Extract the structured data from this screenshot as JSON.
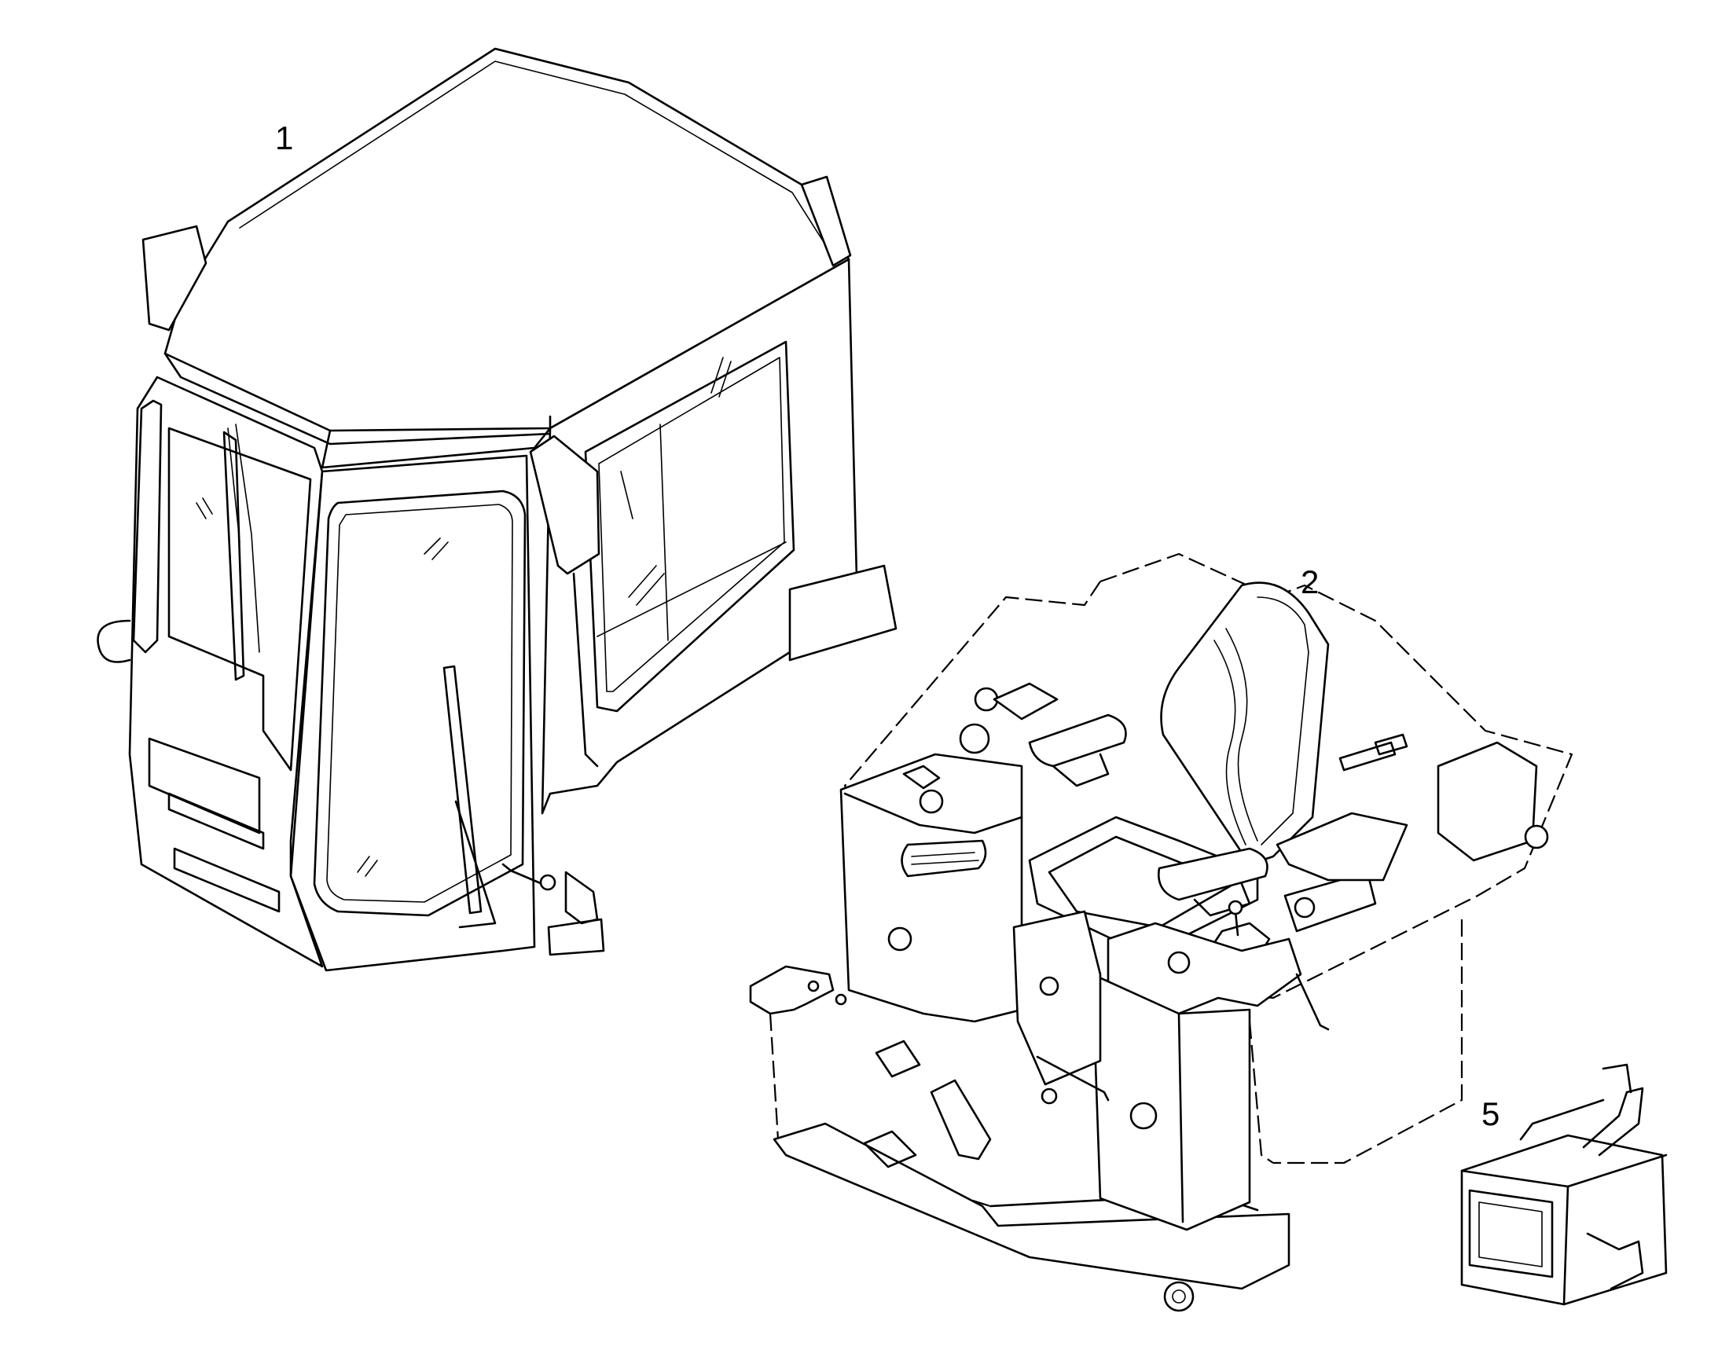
{
  "callouts": [
    {
      "id": "1",
      "label": "1",
      "part": "cab"
    },
    {
      "id": "2",
      "label": "2",
      "part": "operator-platform"
    },
    {
      "id": "5",
      "label": "5",
      "part": "box-unit"
    }
  ]
}
